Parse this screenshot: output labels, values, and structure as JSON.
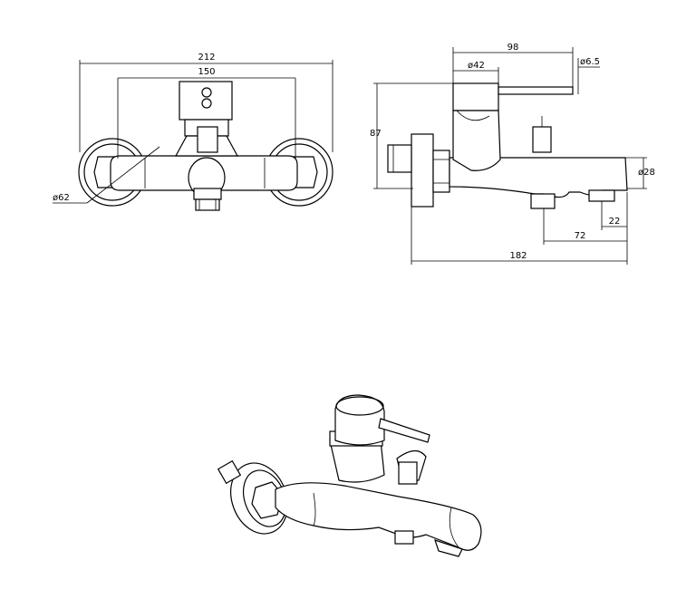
{
  "front_view": {
    "dim_overall_width": "212",
    "dim_inlet_centers": "150",
    "dim_flange_diameter": "ø62"
  },
  "side_view": {
    "dim_projection": "98",
    "dim_body_diameter": "ø42",
    "dim_handle_diameter": "ø6.5",
    "dim_height": "87",
    "dim_spout_diameter": "ø28",
    "dim_spout_tip": "22",
    "dim_spout_reach": "72",
    "dim_total_depth": "182"
  }
}
